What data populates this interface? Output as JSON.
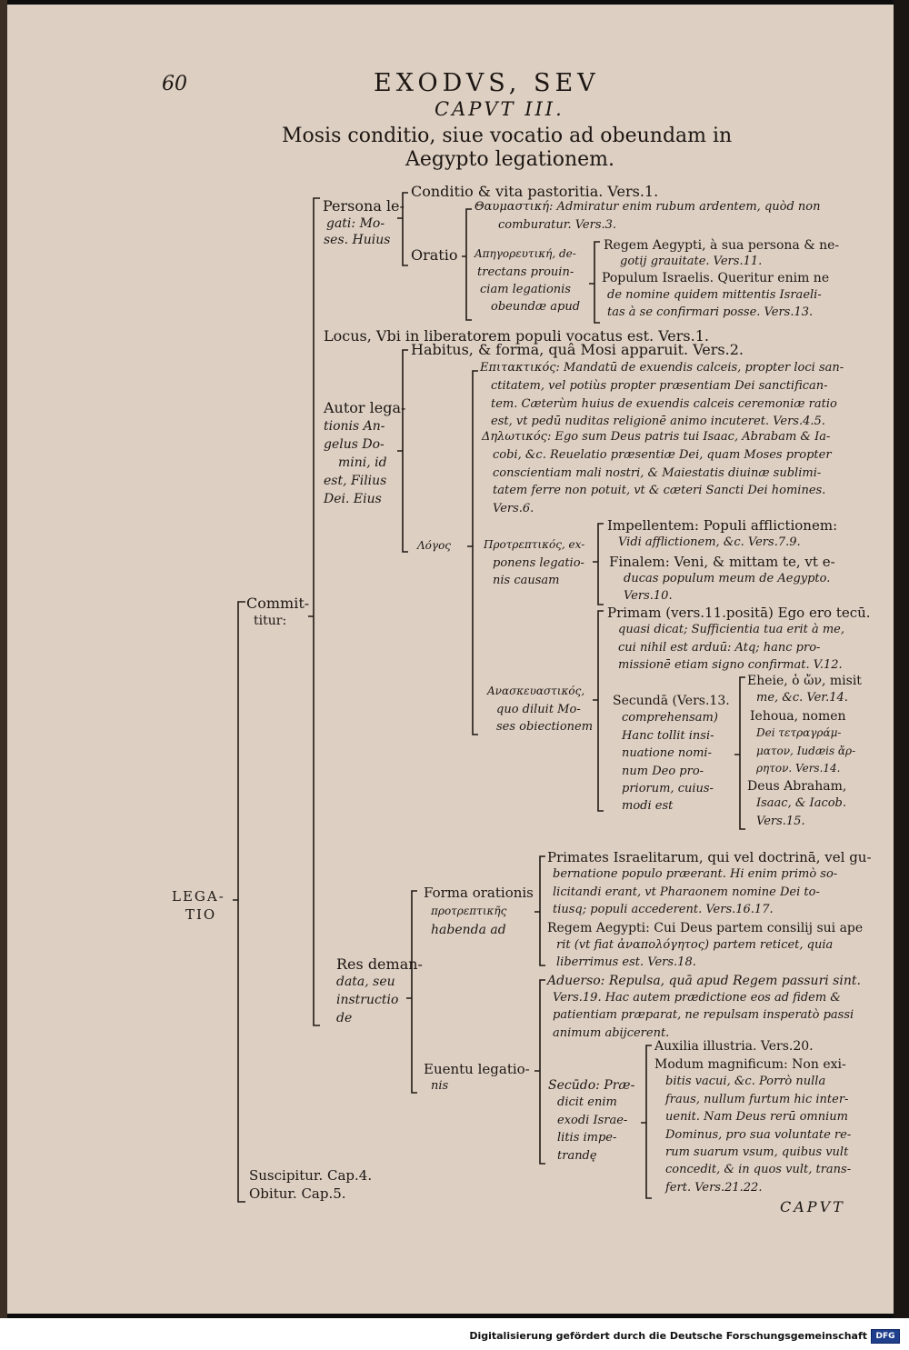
{
  "page": {
    "number": "60",
    "running_head": "EXODVS, SEV",
    "chapter": "CAPVT III.",
    "title_line1": "Mosis conditio, siue vocatio ad obeundam in",
    "title_line2": "Aegypto legationem.",
    "catchword": "CAPVT"
  },
  "footer": {
    "text": "Digitalisierung gefördert durch die Deutsche Forschungsgemeinschaft",
    "logo": "DFG"
  },
  "tree": {
    "root": [
      "LEGA-",
      "TIO"
    ],
    "committitur": [
      "Commit-",
      "titur:"
    ],
    "persona": {
      "label": [
        "Persona le-",
        "gati: Mo-",
        "ses. Huius"
      ],
      "conditio": "Conditio & vita pastoritia. Vers.1.",
      "oratio": "Oratio",
      "thaumastike": [
        "Θαυμαστική: Admiratur enim rubum ardentem, quòd non",
        "comburatur. Vers.3."
      ],
      "apodeiktike": [
        "Απηγορευτική, de-",
        "trectans prouin-",
        "ciam legationis",
        "obeundæ apud"
      ],
      "regem": [
        "Regem Aegypti, à sua persona & ne-",
        "gotij grauitate. Vers.11."
      ],
      "populum": [
        "Populum Israelis. Queritur enim ne",
        "de nomine quidem mittentis Israeli-",
        "tas à se confirmari posse. Vers.13."
      ]
    },
    "locus": "Locus, Vbi in liberatorem populi vocatus est. Vers.1.",
    "autor": {
      "label": [
        "Autor lega-",
        "tionis An-",
        "gelus Do-",
        "mini, id",
        "est, Filius",
        "Dei. Eius"
      ],
      "habitus": "Habitus, & forma, quâ Mosi apparuit. Vers.2.",
      "logos": "Λόγος",
      "epitaktikos": [
        "Επιτακτικός: Mandatū de exuendis calceis, propter loci san-",
        "ctitatem, vel potiùs propter præsentiam Dei sanctifican-",
        "tem. Cæterùm huius de exuendis calceis ceremoniæ ratio",
        "est, vt pedū nuditas religionē animo incuteret. Vers.4.5."
      ],
      "deloikos": [
        "Δηλωτικός: Ego sum Deus patris tui Isaac, Abrabam & Ia-",
        "cobi, &c. Reuelatio præsentiæ Dei, quam Moses propter",
        "conscientiam mali nostri, & Maiestatis diuinæ sublimi-",
        "tatem ferre non potuit, vt & cæteri Sancti Dei homines.",
        "Vers.6."
      ],
      "protreptikos": [
        "Προτρεπτικός, ex-",
        "ponens legatio-",
        "nis causam"
      ],
      "impellentem": [
        "Impellentem: Populi afflictionem:",
        "Vidi afflictionem, &c. Vers.7.9."
      ],
      "finalem": [
        "Finalem: Veni, & mittam te, vt e-",
        "ducas populum meum de Aegypto.",
        "Vers.10."
      ],
      "anaskeuastikos": [
        "Ανασκευαστικός,",
        "quo diluit Mo-",
        "ses obiectionem"
      ],
      "primam": [
        "Primam (vers.11.positā) Ego ero tecū.",
        "quasi dicat; Sufficientia tua erit à me,",
        "cui nihil est arduū: Atq; hanc pro-",
        "missionē etiam signo confirmat. V.12."
      ],
      "secunda": [
        "Secundā (Vers.13.",
        "comprehensam)",
        "Hanc tollit insi-",
        "nuatione nomi-",
        "num Deo pro-",
        "priorum, cuius-",
        "modi est"
      ],
      "eheie": [
        "Eheie, ὁ ὤν, misit",
        "me, &c. Ver.14."
      ],
      "iehoua": [
        "Iehoua, nomen",
        "Dei τετραγράμ-",
        "ματον, Iudæis ἄρ-",
        "ρητον. Vers.14."
      ],
      "deus": [
        "Deus Abraham,",
        "Isaac, & Iacob.",
        "Vers.15."
      ]
    },
    "res": {
      "label": [
        "Res deman-",
        "data, seu",
        "instructio",
        "de"
      ],
      "forma": [
        "Forma orationis",
        "προτρεπτικῆς",
        "habenda ad"
      ],
      "primates": [
        "Primates Israelitarum, qui vel doctrinā, vel gu-",
        "bernatione populo præerant. Hi enim primò so-",
        "licitandi erant, vt Pharaonem nomine Dei to-",
        "tiusq; populi accederent. Vers.16.17."
      ],
      "regem": [
        "Regem Aegypti: Cui Deus partem consilij sui ape",
        "rit (vt fiat ἀναπολόγητος) partem reticet, quia",
        "liberrimus est. Vers.18."
      ],
      "euentu": [
        "Euentu legatio-",
        "nis"
      ],
      "aduerso": [
        "Aduerso: Repulsa, quā apud Regem passuri sint.",
        "Vers.19. Hac autem prædictione eos ad fidem &",
        "patientiam præparat, ne repulsam insperatò passi",
        "animum abijcerent."
      ],
      "secudo": [
        "Secūdo: Præ-",
        "dicit enim",
        "exodi Israe-",
        "litis impe-",
        "trandę"
      ],
      "auxilia": "Auxilia illustria. Vers.20.",
      "modum": [
        "Modum magnificum: Non exi-",
        "bitis vacui, &c. Porrò nulla",
        "fraus, nullum furtum hic inter-",
        "uenit. Nam Deus rerū omnium",
        "Dominus, pro sua voluntate re-",
        "rum suarum vsum, quibus vult",
        "concedit, & in quos vult, trans-",
        "fert. Vers.21.22."
      ]
    },
    "suscipitur": "Suscipitur. Cap.4.",
    "obitur": "Obitur. Cap.5."
  }
}
